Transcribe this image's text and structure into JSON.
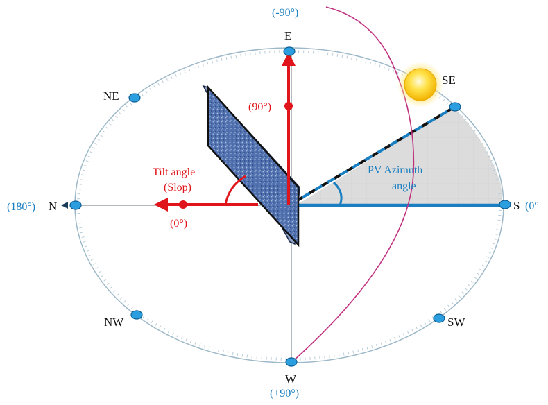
{
  "compass": {
    "E": "E",
    "SE": "SE",
    "NE": "NE",
    "N": "N",
    "S": "S",
    "NW": "NW",
    "SW": "SW",
    "W": "W"
  },
  "angles": {
    "east_angle": "(-90°)",
    "north_angle": "(180°)",
    "south_angle": "(0°",
    "west_angle": "(+90°)"
  },
  "tilt": {
    "label_line1": "Tilt angle",
    "label_line2": "(Slop)",
    "zero_label": "(0°)",
    "ninety_label": "(90°)"
  },
  "azimuth": {
    "label_line1": "PV Azimuth",
    "label_line2": "angle"
  },
  "colors": {
    "blue": "#1a7fc1",
    "red": "#e0141b",
    "sun_path": "#c0307f",
    "panel": "#4a6aa8",
    "sun": "#ffd500",
    "ellipse": "#9db8c8",
    "node": "#2b9ee0"
  }
}
